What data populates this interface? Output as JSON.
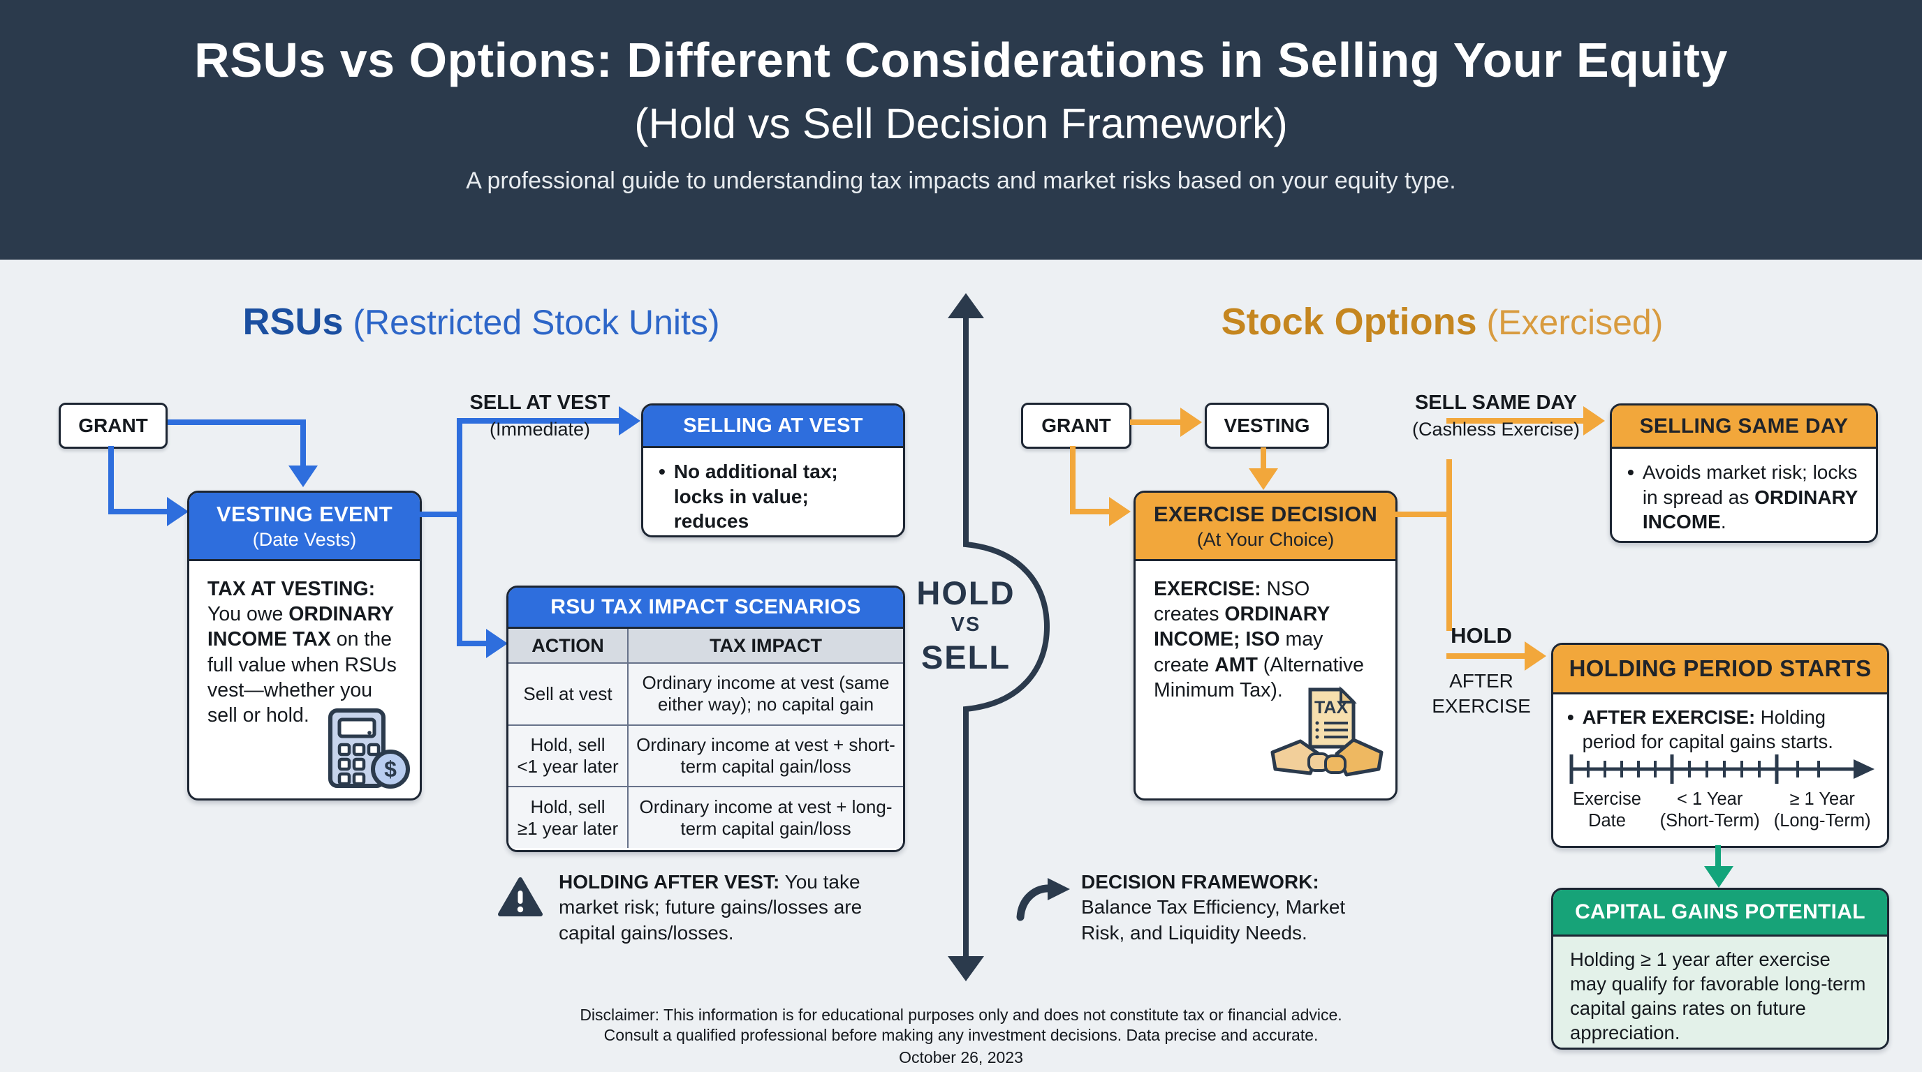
{
  "bullet": "•",
  "colors": {
    "header_bg": "#2b3a4c",
    "background": "#edf0f3",
    "blue": "#2e6edd",
    "blue_heading_dark": "#1b4fa0",
    "blue_heading_light": "#2d66c8",
    "orange": "#f2a73b",
    "orange_heading_dark": "#c5861f",
    "orange_heading_light": "#d89b3f",
    "green": "#17a378",
    "green_body": "#e3f1e9",
    "navy_ink": "#2b3a4c"
  },
  "header": {
    "title_line1": "RSUs vs Options: Different Considerations in Selling Your Equity",
    "title_line2": "(Hold vs Sell Decision Framework)",
    "subtitle": "A professional guide to understanding tax impacts and market risks based on your equity type."
  },
  "left": {
    "heading_strong": "RSUs",
    "heading_rest": " (Restricted Stock Units)",
    "grant_label": "GRANT",
    "vesting_event": {
      "title": "VESTING EVENT",
      "subtitle": "(Date Vests)",
      "body": [
        [
          "TAX AT VESTING:",
          true
        ],
        [
          " You owe ",
          false
        ],
        [
          "ORDINARY INCOME TAX",
          true
        ],
        [
          " on the full value when RSUs vest—whether you sell or hold.",
          false
        ]
      ]
    },
    "sell_at_vest": {
      "label": "SELL AT VEST",
      "sublabel": "(Immediate)"
    },
    "selling_at_vest": {
      "title": "SELLING AT VEST",
      "body": [
        [
          "No additional tax; locks in value; reduces concentration.",
          true
        ]
      ]
    },
    "tax_table": {
      "title": "RSU TAX IMPACT SCENARIOS",
      "columns": [
        "ACTION",
        "TAX IMPACT"
      ],
      "rows": [
        {
          "action": "Sell at vest",
          "impact": "Ordinary income at vest (same either way); no capital gain"
        },
        {
          "action": "Hold, sell\n<1 year later",
          "impact": "Ordinary income at vest + short-term capital gain/loss"
        },
        {
          "action": "Hold, sell\n≥1 year later",
          "impact": "Ordinary income at vest + long-term capital gain/loss"
        }
      ]
    },
    "warning": [
      [
        "HOLDING AFTER VEST:",
        true
      ],
      [
        " You take market risk; future gains/losses are capital gains/losses.",
        false
      ]
    ]
  },
  "center": {
    "hold": "HOLD",
    "vs": "VS",
    "sell": "SELL"
  },
  "right": {
    "heading_strong": "Stock Options",
    "heading_rest": " (Exercised)",
    "grant_label": "GRANT",
    "vesting_label": "VESTING",
    "exercise_decision": {
      "title": "EXERCISE DECISION",
      "subtitle": "(At Your Choice)",
      "body": [
        [
          "EXERCISE:",
          true
        ],
        [
          " NSO creates ",
          false
        ],
        [
          "ORDINARY INCOME;",
          true
        ],
        [
          " ",
          false
        ],
        [
          "ISO",
          true
        ],
        [
          " may create ",
          false
        ],
        [
          "AMT",
          true
        ],
        [
          " (Alternative Minimum Tax).",
          false
        ]
      ],
      "tax_doc_label": "TAX"
    },
    "sell_same_day": {
      "label": "SELL SAME DAY",
      "sublabel": "(Cashless Exercise)"
    },
    "selling_same_day": {
      "title": "SELLING SAME DAY",
      "body": [
        [
          "Avoids market risk; locks in spread as ",
          false
        ],
        [
          "ORDINARY INCOME",
          true
        ],
        [
          ".",
          false
        ]
      ]
    },
    "hold_after": {
      "hold": "HOLD",
      "line2": "AFTER",
      "line3": "EXERCISE"
    },
    "holding_period": {
      "title": "HOLDING PERIOD STARTS",
      "body": [
        [
          "AFTER EXERCISE:",
          true
        ],
        [
          " Holding period for capital gains starts.",
          false
        ]
      ],
      "timeline_labels": [
        {
          "line1": "Exercise",
          "line2": "Date"
        },
        {
          "line1": "< 1 Year",
          "line2": "(Short-Term)"
        },
        {
          "line1": "≥ 1 Year",
          "line2": "(Long-Term)"
        }
      ]
    },
    "capital_gains": {
      "title": "CAPITAL GAINS POTENTIAL",
      "body": "Holding ≥ 1 year after exercise may qualify for favorable long-term capital gains rates on future appreciation."
    },
    "decision_framework": [
      [
        "DECISION FRAMEWORK:",
        true
      ],
      [
        "Balance Tax Efficiency, Market Risk, and Liquidity Needs.",
        false
      ]
    ]
  },
  "footer": {
    "disclaimer_line1": "Disclaimer: This information is for educational purposes only and does not constitute tax or financial advice.",
    "disclaimer_line2": "Consult a qualified professional before making any investment decisions. Data precise and accurate.",
    "date": "October 26, 2023"
  }
}
